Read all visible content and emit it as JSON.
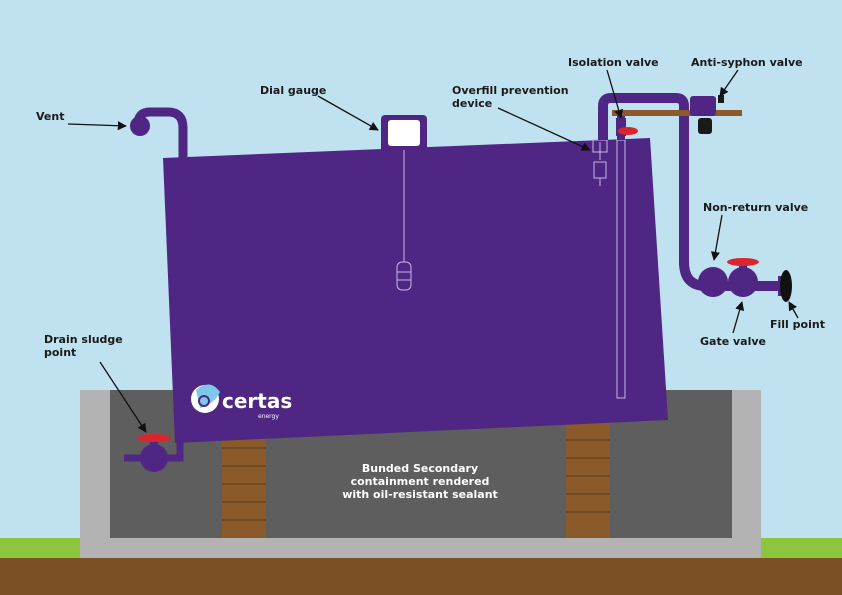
{
  "labels": {
    "vent": "Vent",
    "dial_gauge": "Dial gauge",
    "overfill_line1": "Overfill prevention",
    "overfill_line2": "device",
    "isolation_valve": "Isolation valve",
    "anti_syphon_valve": "Anti-syphon valve",
    "non_return_valve": "Non-return valve",
    "gate_valve": "Gate valve",
    "fill_point": "Fill point",
    "drain_line1": "Drain sludge",
    "drain_line2": "point",
    "bund_line1": "Bunded Secondary",
    "bund_line2": "containment rendered",
    "bund_line3": "with oil-resistant sealant"
  },
  "logo": {
    "name": "certas",
    "tagline": "energy"
  },
  "colors": {
    "sky": "#bfe1f0",
    "tank": "#4f2683",
    "grass": "#8cc63f",
    "soil": "#7a5024",
    "concrete": "#b3b3b3",
    "bund_inner": "#5e5e5e",
    "brick": "#8b5a2b",
    "valve_red": "#d9262c"
  }
}
